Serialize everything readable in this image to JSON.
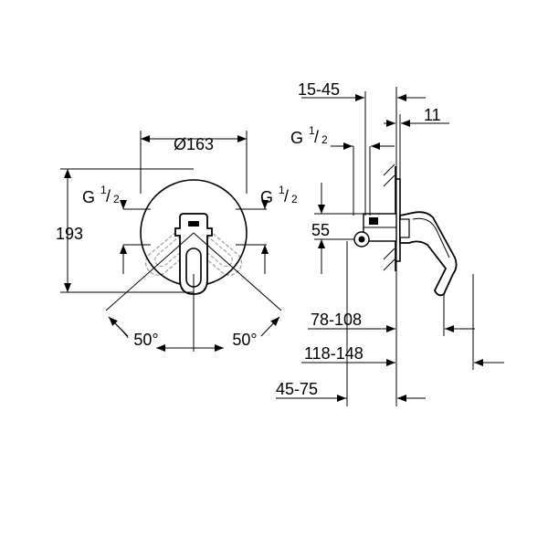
{
  "front_view": {
    "diameter": "Ø163",
    "height": "193",
    "thread_left": {
      "base": "G",
      "num": "1",
      "den": "2"
    },
    "thread_right": {
      "base": "G",
      "num": "1",
      "den": "2"
    },
    "angle_left": "50°",
    "angle_right": "50°"
  },
  "side_view": {
    "dim_15_45": "15-45",
    "dim_11": "11",
    "thread": {
      "base": "G",
      "num": "1",
      "den": "2"
    },
    "dim_55": "55",
    "dim_78_108": "78-108",
    "dim_118_148": "118-148",
    "dim_45_75": "45-75"
  }
}
